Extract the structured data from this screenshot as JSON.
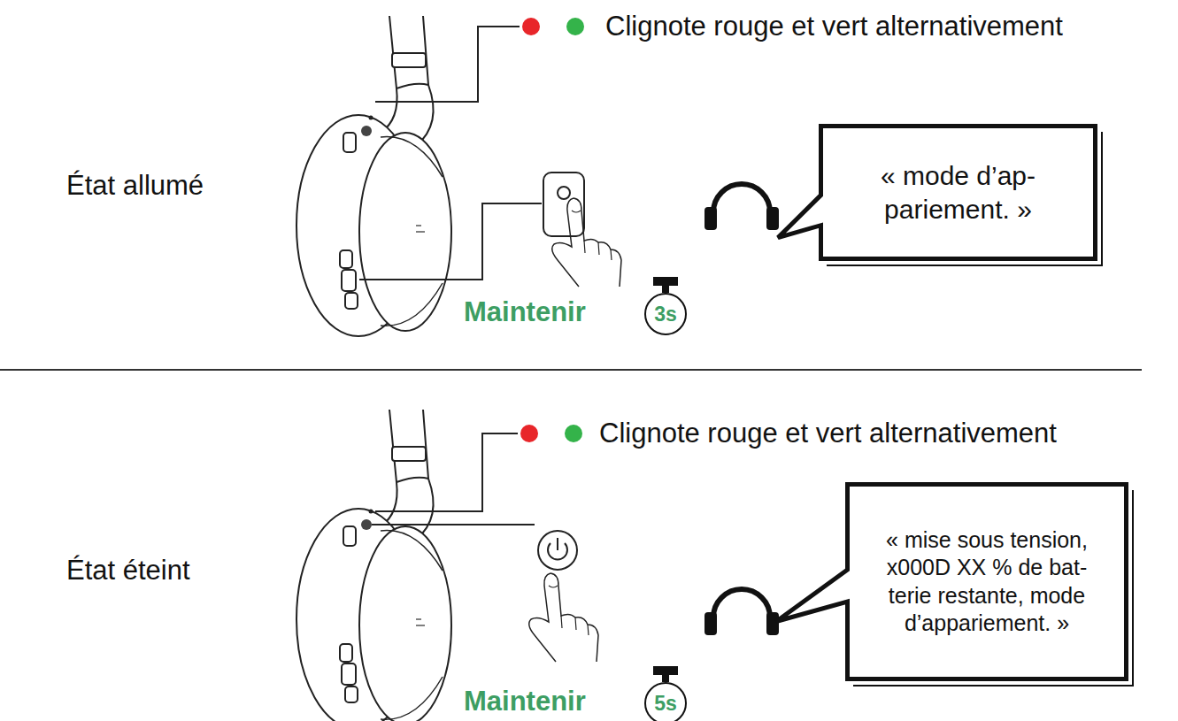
{
  "diagram": {
    "nodes": [
      {
        "text": [
          "« mode d’ap- pariement. »"
        ]
      },
      {
        "text": [
          "« mise sous tension, x000D XX % de bat- terie restante, mode d’appariement. »"
        ]
      }
    ],
    "labels": [
      "Clignote rouge et vert alternativement",
      "État allumé",
      "Maintenir",
      "3s",
      "Clignote rouge et vert alternativement",
      "État éteint",
      "Maintenir",
      "5s"
    ]
  }
}
